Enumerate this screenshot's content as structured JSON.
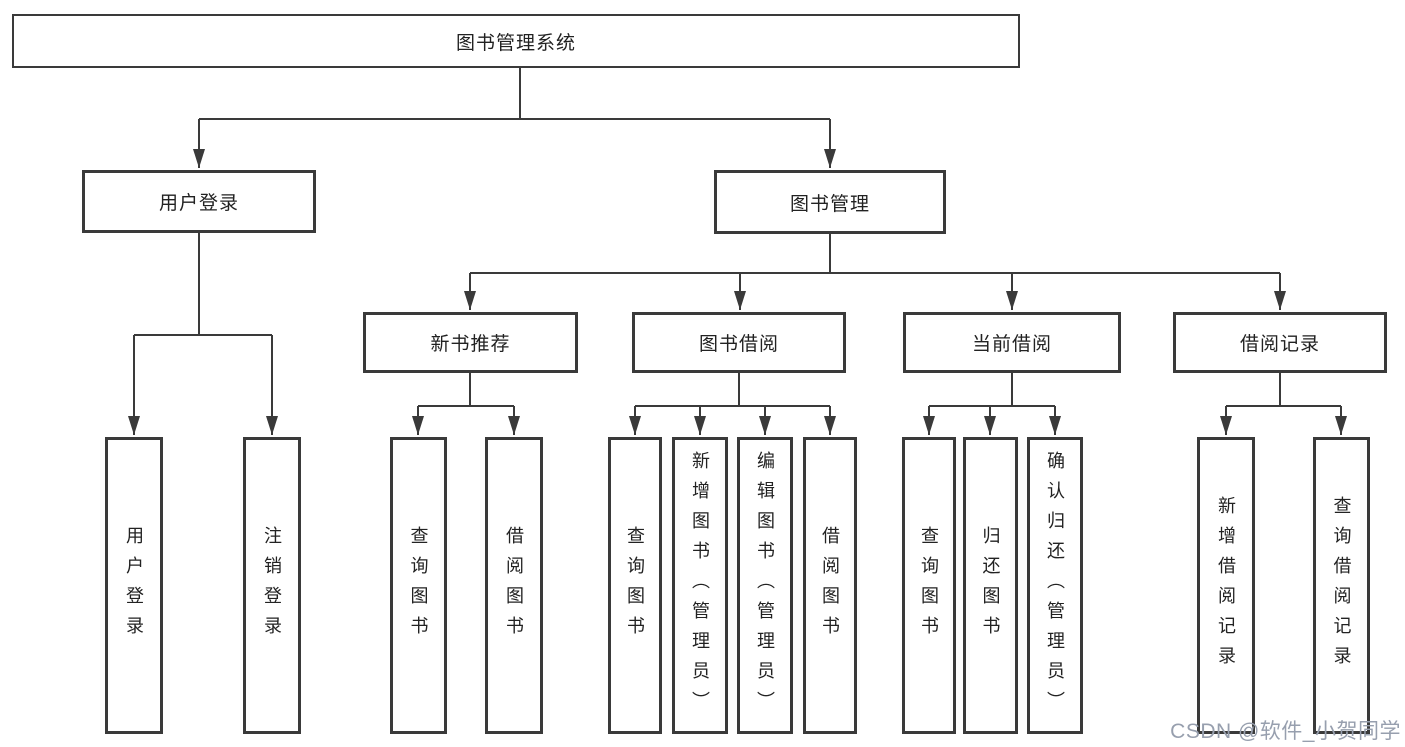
{
  "colors": {
    "line": "#3a3a3a",
    "text": "#222222",
    "background": "#ffffff",
    "watermark": "#979fae"
  },
  "watermark": {
    "text": "CSDN @软件_小贺同学"
  },
  "tree": {
    "label": "图书管理系统",
    "children": [
      {
        "label": "用户登录",
        "children": [
          {
            "label": "用户登录"
          },
          {
            "label": "注销登录"
          }
        ]
      },
      {
        "label": "图书管理",
        "children": [
          {
            "label": "新书推荐",
            "children": [
              {
                "label": "查询图书"
              },
              {
                "label": "借阅图书"
              }
            ]
          },
          {
            "label": "图书借阅",
            "children": [
              {
                "label": "查询图书"
              },
              {
                "label": "新增图书（管理员）"
              },
              {
                "label": "编辑图书（管理员）"
              },
              {
                "label": "借阅图书"
              }
            ]
          },
          {
            "label": "当前借阅",
            "children": [
              {
                "label": "查询图书"
              },
              {
                "label": "归还图书"
              },
              {
                "label": "确认归还（管理员）"
              }
            ]
          },
          {
            "label": "借阅记录",
            "children": [
              {
                "label": "新增借阅记录"
              },
              {
                "label": "查询借阅记录"
              }
            ]
          }
        ]
      }
    ]
  }
}
